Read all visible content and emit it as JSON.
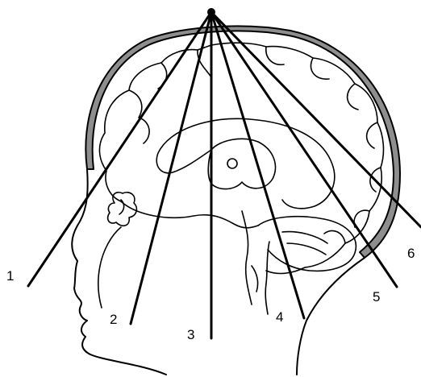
{
  "diagram": {
    "beam_labels": [
      "1",
      "2",
      "3",
      "4",
      "5",
      "6"
    ]
  },
  "colors": {
    "line": "#000000",
    "skull_fill": "#8e8e8e",
    "background": "#ffffff"
  }
}
